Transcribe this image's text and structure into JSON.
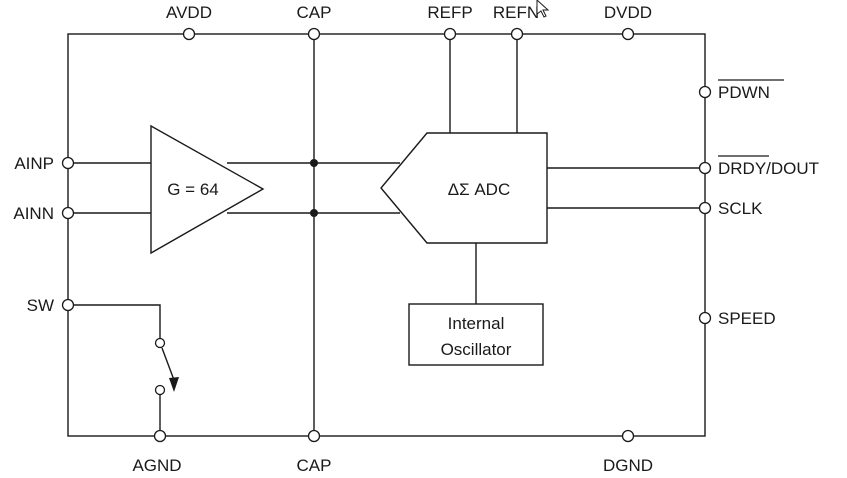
{
  "pins": {
    "avdd": "AVDD",
    "cap_top": "CAP",
    "refp": "REFP",
    "refn": "REFN",
    "dvdd": "DVDD",
    "ainp": "AINP",
    "ainn": "AINN",
    "sw": "SW",
    "pdwn": "PDWN",
    "drdy": "DRDY",
    "dout": "/DOUT",
    "sclk": "SCLK",
    "speed": "SPEED",
    "agnd": "AGND",
    "cap_bottom": "CAP",
    "dgnd": "DGND"
  },
  "blocks": {
    "amp_label": "G = 64",
    "adc_label": "ΔΣ ADC",
    "osc_line1": "Internal",
    "osc_line2": "Oscillator"
  }
}
